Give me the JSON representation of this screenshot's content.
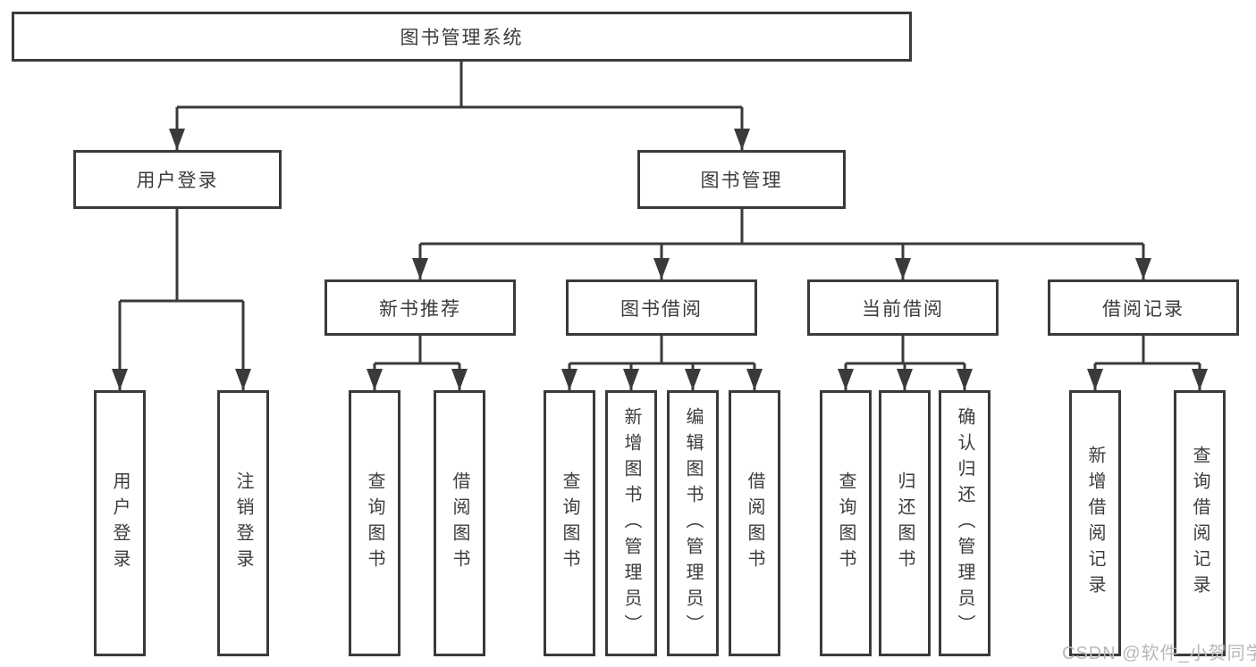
{
  "diagram": {
    "root": {
      "label": "图书管理系统"
    },
    "level2": {
      "user_login": {
        "label": "用户登录"
      },
      "book_management": {
        "label": "图书管理"
      }
    },
    "level3": {
      "new_book_recommend": {
        "label": "新书推荐"
      },
      "book_borrow": {
        "label": "图书借阅"
      },
      "current_borrow": {
        "label": "当前借阅"
      },
      "borrow_records": {
        "label": "借阅记录"
      }
    },
    "leaves": {
      "user_login": {
        "label": "用户登录"
      },
      "logout": {
        "label": "注销登录"
      },
      "nb_query_books": {
        "label": "查询图书"
      },
      "nb_borrow_books": {
        "label": "借阅图书"
      },
      "bb_query_books": {
        "label": "查询图书"
      },
      "bb_add_books": {
        "label": "新增图书（管理员）"
      },
      "bb_edit_books": {
        "label": "编辑图书（管理员）"
      },
      "bb_borrow_books": {
        "label": "借阅图书"
      },
      "cb_query_books": {
        "label": "查询图书"
      },
      "cb_return_books": {
        "label": "归还图书"
      },
      "cb_confirm_return": {
        "label": "确认归还（管理员）"
      },
      "br_add_record": {
        "label": "新增借阅记录"
      },
      "br_query_record": {
        "label": "查询借阅记录"
      }
    },
    "watermark": "CSDN @软件_小贺同学",
    "colors": {
      "line": "#3a3a3a",
      "box_border": "#3a3a3a",
      "box_fill": "#ffffff",
      "text": "#3c3c3c",
      "watermark": "#b9b9b9"
    }
  }
}
